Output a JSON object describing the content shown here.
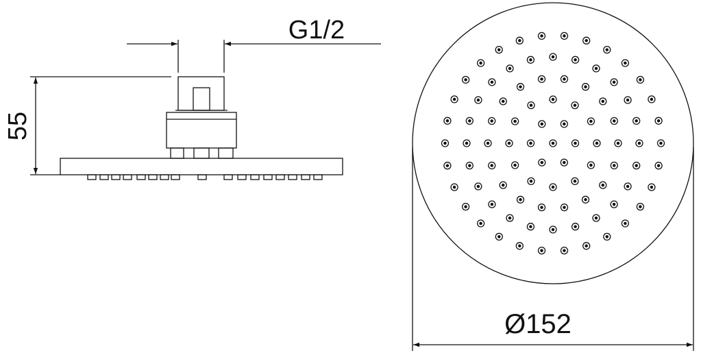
{
  "dimensions": {
    "thread_label": "G1/2",
    "height_label": "55",
    "diameter_label": "Ø152"
  },
  "nozzle_rings": [
    {
      "count": 1,
      "radius": 0
    },
    {
      "count": 6,
      "radius": 65
    },
    {
      "count": 12,
      "radius": 128
    },
    {
      "count": 18,
      "radius": 190
    },
    {
      "count": 24,
      "radius": 252
    },
    {
      "count": 30,
      "radius": 315
    }
  ],
  "colors": {
    "line": "#111111",
    "background": "#ffffff"
  }
}
